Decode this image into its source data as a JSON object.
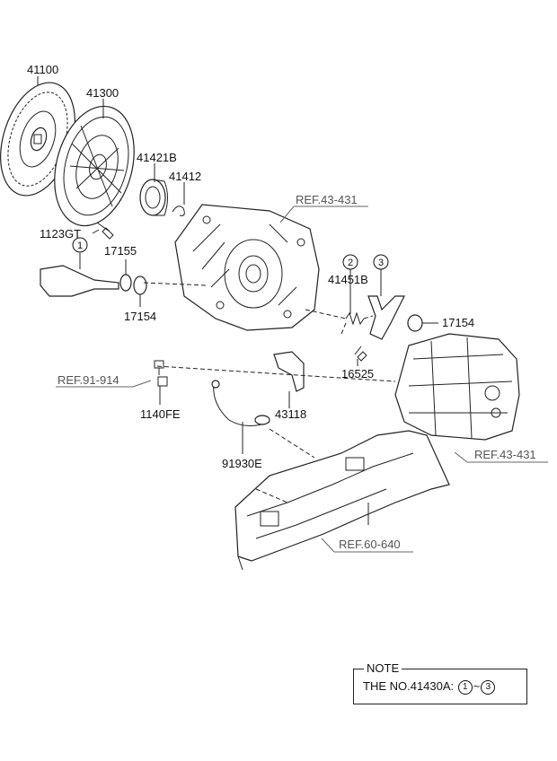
{
  "parts": {
    "p41100": "41100",
    "p41300": "41300",
    "p41421B": "41421B",
    "p41412": "41412",
    "p1123GT": "1123GT",
    "p17155": "17155",
    "p17154a": "17154",
    "p17154b": "17154",
    "p41451B": "41451B",
    "p16525": "16525",
    "p1140FE": "1140FE",
    "p43118": "43118",
    "p91930E": "91930E"
  },
  "refs": {
    "ref_43_431_top": "REF.43-431",
    "ref_91_914": "REF.91-914",
    "ref_43_431_right": "REF.43-431",
    "ref_60_640": "REF.60-640"
  },
  "circles": {
    "c1": "1",
    "c2": "2",
    "c3": "3"
  },
  "note": {
    "title": "NOTE",
    "text_prefix": "THE NO.41430A:",
    "from": "1",
    "tilde": "~",
    "to": "3"
  }
}
